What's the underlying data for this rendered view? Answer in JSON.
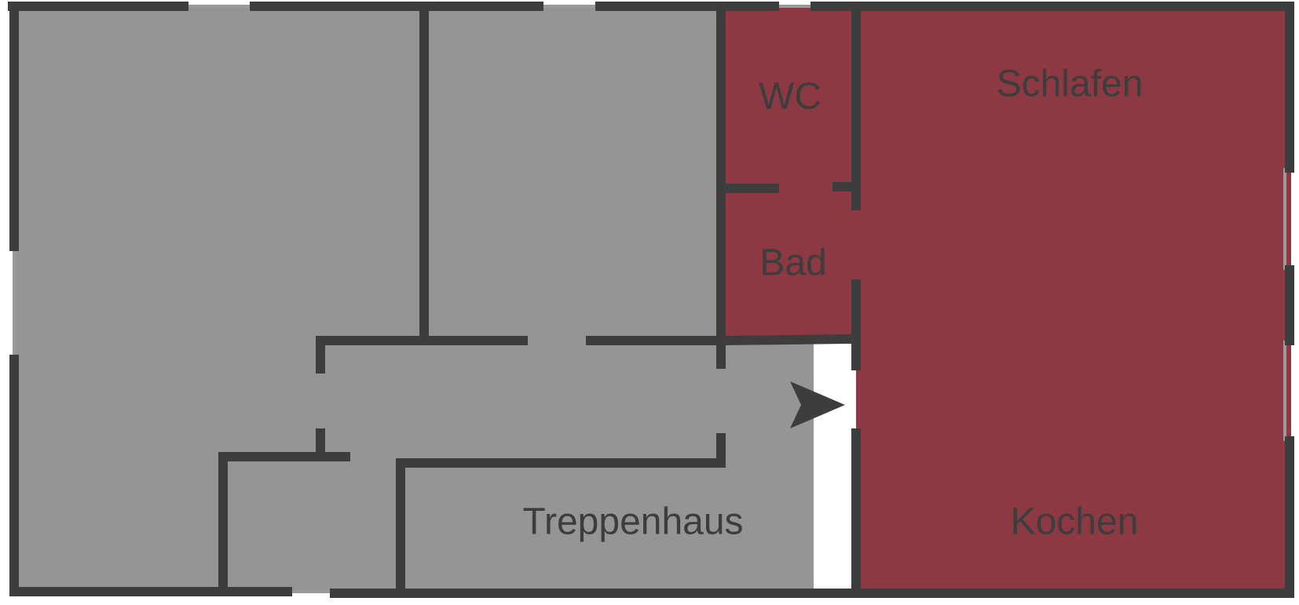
{
  "colors": {
    "background": "#ffffff",
    "common_area": "#959595",
    "apartment": "#8c3943",
    "wall": "#3d3d3d",
    "window": "#9a9a9a",
    "label": "#3d3d3d"
  },
  "rooms": {
    "wc": "WC",
    "bath": "Bad",
    "bedroom": "Schlafen",
    "kitchen": "Kochen",
    "stairwell": "Treppenhaus"
  },
  "icons": {
    "entrance": "entrance-arrow-icon"
  }
}
